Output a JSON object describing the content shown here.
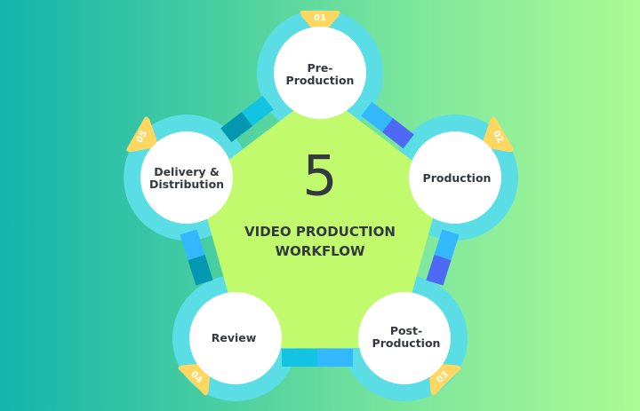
{
  "center": {
    "number": "5",
    "title_line1": "VIDEO PRODUCTION",
    "title_line2": "WORKFLOW"
  },
  "steps": [
    {
      "number": "01",
      "label_line1": "Pre-",
      "label_line2": "Production"
    },
    {
      "number": "02",
      "label_line1": "Production",
      "label_line2": ""
    },
    {
      "number": "03",
      "label_line1": "Post-",
      "label_line2": "Production"
    },
    {
      "number": "04",
      "label_line1": "Review",
      "label_line2": ""
    },
    {
      "number": "05",
      "label_line1": "Delivery &",
      "label_line2": "Distribution"
    }
  ],
  "colors": {
    "background_start": "#13B4AC",
    "background_end": "#ACFA94",
    "pentagon": "#C2FA6E",
    "ring": "#5ADDE5",
    "node": "#FFFFFF",
    "badge": "#FDD760",
    "text": "#33393F",
    "segment_cyan": "#12C3E3",
    "segment_sky": "#33B8FF",
    "segment_indigo": "#4E6AF5",
    "segment_teal": "#0397B2"
  }
}
